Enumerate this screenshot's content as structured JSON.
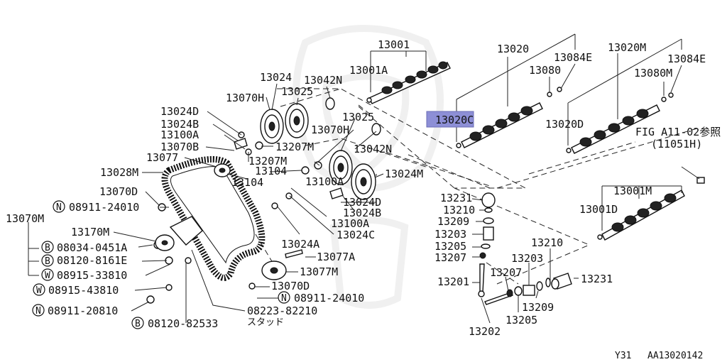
{
  "diagram": {
    "highlighted_part": "13020C",
    "highlight_color": "#8d8fd6",
    "callouts": {
      "p13001": "13001",
      "p13001A": "13001A",
      "p13020": "13020",
      "p13084E": "13084E",
      "p13080": "13080",
      "p13020C": "13020C",
      "p13020M": "13020M",
      "p13084E_2": "13084E",
      "p13080M": "13080M",
      "p13020D": "13020D",
      "fig_ref": "FIG A11-02参照",
      "fig_ref_sub": "(11051H)",
      "p13001M": "13001M",
      "p13001D": "13001D",
      "p13024": "13024",
      "p13042N": "13042N",
      "p13070H": "13070H",
      "p13025": "13025",
      "p13024D": "13024D",
      "p13024B": "13024B",
      "p13100A": "13100A",
      "p13070B": "13070B",
      "p13207M": "13207M",
      "p13077": "13077",
      "p13028M": "13028M",
      "p13025_2": "13025",
      "p13070H_2": "13070H",
      "p13042N_2": "13042N",
      "p13207M_2": "13207M",
      "p13104": "13104",
      "p13104_2": "13104",
      "p13100A_2": "13100A",
      "p13024M": "13024M",
      "p13024D_2": "13024D",
      "p13024B_2": "13024B",
      "p13070D": "13070D",
      "p08911_24010": "08911-24010",
      "p13070M": "13070M",
      "p13170M": "13170M",
      "p08034_0451A": "08034-0451A",
      "p08120_8161E": "08120-8161E",
      "p08915_33810": "08915-33810",
      "p08915_43810": "08915-43810",
      "p08911_20810": "08911-20810",
      "p08120_82533": "08120-82533",
      "p08223_82210": "08223-82210",
      "stud_jp": "スタッド",
      "p13024A": "13024A",
      "p13077A": "13077A",
      "p13077M": "13077M",
      "p13070D_2": "13070D",
      "p08911_24010_2": "08911-24010",
      "p13024C": "13024C",
      "p13231": "13231",
      "p13210": "13210",
      "p13209": "13209",
      "p13203": "13203",
      "p13205": "13205",
      "p13207": "13207",
      "p13201": "13201",
      "p13202": "13202",
      "p13207_2": "13207",
      "p13203_2": "13203",
      "p13210_2": "13210",
      "p13231_2": "13231",
      "p13209_2": "13209",
      "p13205_2": "13205"
    },
    "prefix_letters": {
      "n1": "N",
      "b1": "B",
      "b2": "B",
      "w1": "W",
      "w2": "W",
      "n2": "N",
      "b3": "B",
      "n3": "N"
    },
    "footer": {
      "model": "Y31",
      "code": "AA13020142"
    }
  }
}
